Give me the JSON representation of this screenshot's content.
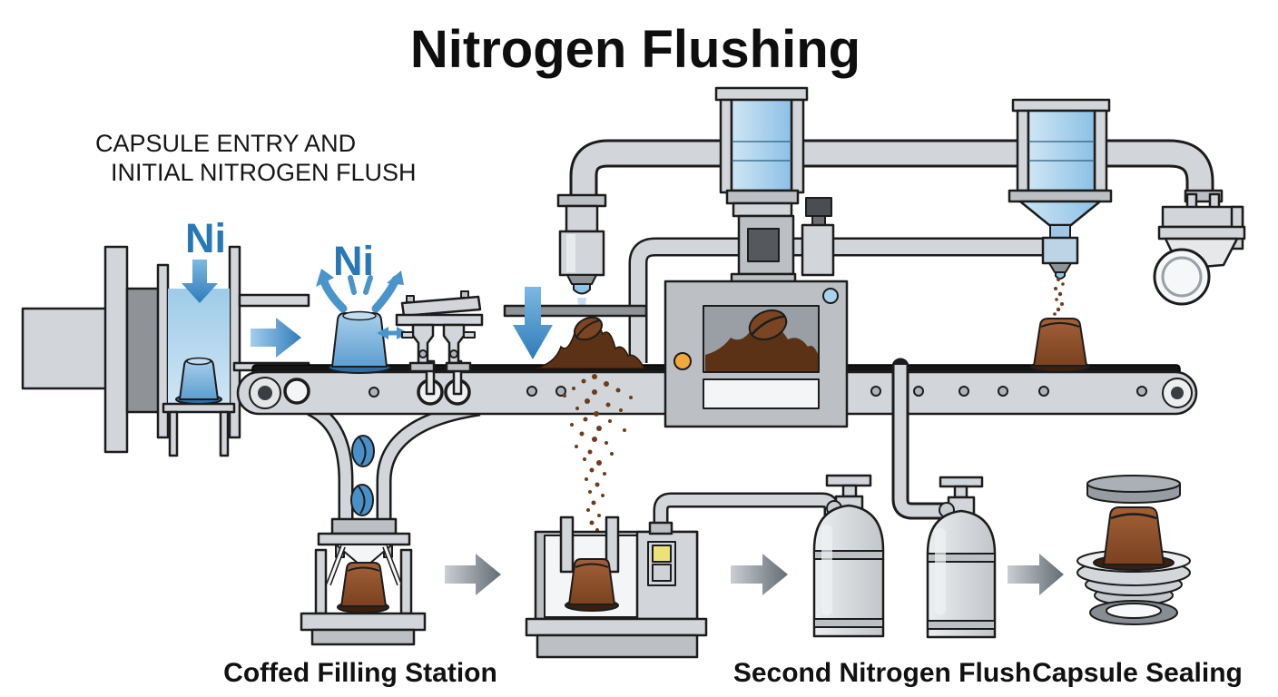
{
  "title": "Nitrogen Flushing",
  "annotations": {
    "entry_label_line1": "CAPSULE ENTRY AND",
    "entry_label_line2": "INITIAL NITROGEN FLUSH",
    "nitrogen_symbol_1": "Ni",
    "nitrogen_symbol_2": "Ni"
  },
  "stations": [
    {
      "label": "Coffed Filling Station"
    },
    {
      "label": "Second Nitrogen Flush"
    },
    {
      "label": "Capsule Sealing"
    }
  ],
  "colors": {
    "nitrogen_blue": "#2878b8",
    "capsule_blue": "#6fb0dc",
    "glass_blue": "#a9cfec",
    "capsule_brown": "#8a4b28",
    "coffee_dark": "#5b3216",
    "machine_gray": "#d2d5d9",
    "dark_gray": "#8f9397",
    "indicator_orange": "#f2a93b",
    "indicator_blue": "#a9d2ec",
    "button_yellow": "#ece27a",
    "outline": "#1c1c1c",
    "background": "#ffffff"
  }
}
